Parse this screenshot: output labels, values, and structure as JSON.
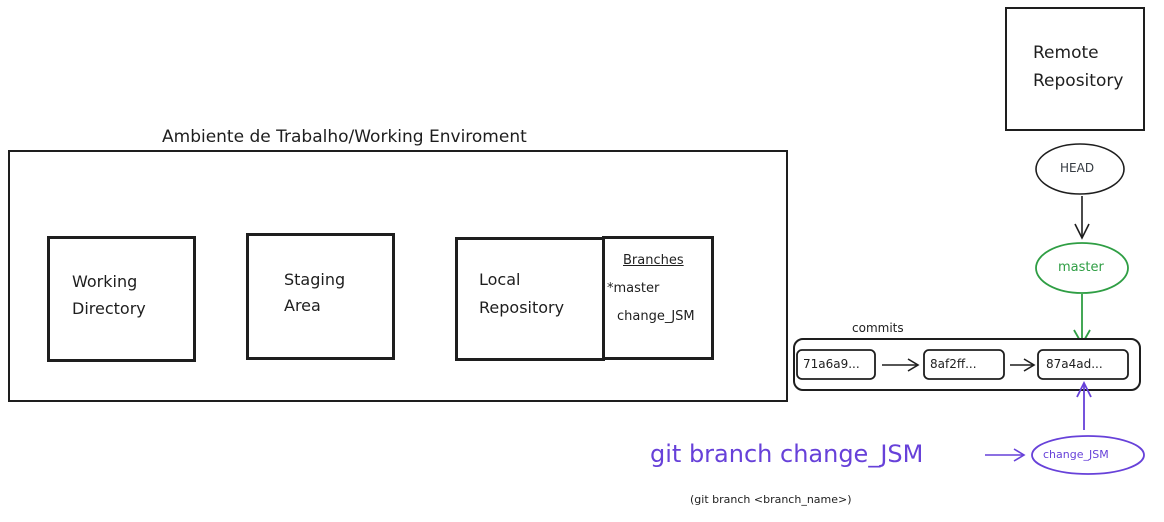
{
  "remote": {
    "label_line1": "Remote",
    "label_line2": "Repository"
  },
  "environment": {
    "title": "Ambiente de Trabalho/Working Enviroment"
  },
  "working_directory": {
    "line1": "Working",
    "line2": "Directory"
  },
  "staging_area": {
    "line1": "Staging",
    "line2": "Area"
  },
  "local_repository": {
    "line1": "Local",
    "line2": "Repository"
  },
  "branches": {
    "title": "Branches",
    "items": [
      "*master",
      "change_JSM"
    ]
  },
  "pointers": {
    "head": "HEAD",
    "master": "master",
    "change_jsm": "change_JSM"
  },
  "commits": {
    "label": "commits",
    "items": [
      "71a6a9...",
      "8af2ff...",
      "87a4ad..."
    ]
  },
  "command": {
    "text": "git branch change_JSM",
    "syntax": "(git branch <branch_name>)"
  },
  "colors": {
    "ink": "#1e1e1e",
    "master": "#2f9e44",
    "command": "#6741d9"
  }
}
